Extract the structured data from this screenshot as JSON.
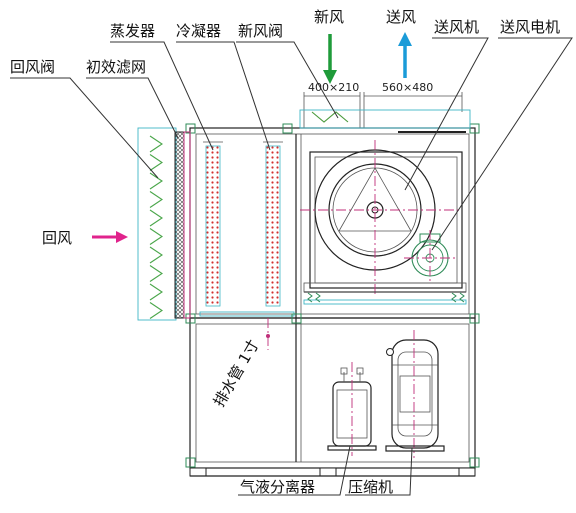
{
  "labels": {
    "evaporator": "蒸发器",
    "condenser": "冷凝器",
    "fresh_air_valve": "新风阀",
    "fresh_air": "新风",
    "supply_air": "送风",
    "supply_fan": "送风机",
    "supply_fan_motor": "送风电机",
    "return_air_valve": "回风阀",
    "primary_filter": "初效滤网",
    "return_air": "回风",
    "drain_pipe": "排水管 1寸",
    "gas_liquid_separator": "气液分离器",
    "compressor": "压缩机"
  },
  "dimensions": {
    "fresh_air_opening": "400×210",
    "supply_air_opening": "560×480"
  },
  "colors": {
    "return_air_arrow": "#e0238c",
    "fresh_air_arrow": "#1f9b3a",
    "supply_air_arrow": "#1a9bd8",
    "coil": "#d2302f",
    "filter": "#444444",
    "damper": "#4aa64a",
    "centerline": "#c02f7a"
  },
  "icons": {
    "return_air_arrow": "arrow-right-icon",
    "fresh_air_arrow": "arrow-down-icon",
    "supply_air_arrow": "arrow-up-icon"
  }
}
